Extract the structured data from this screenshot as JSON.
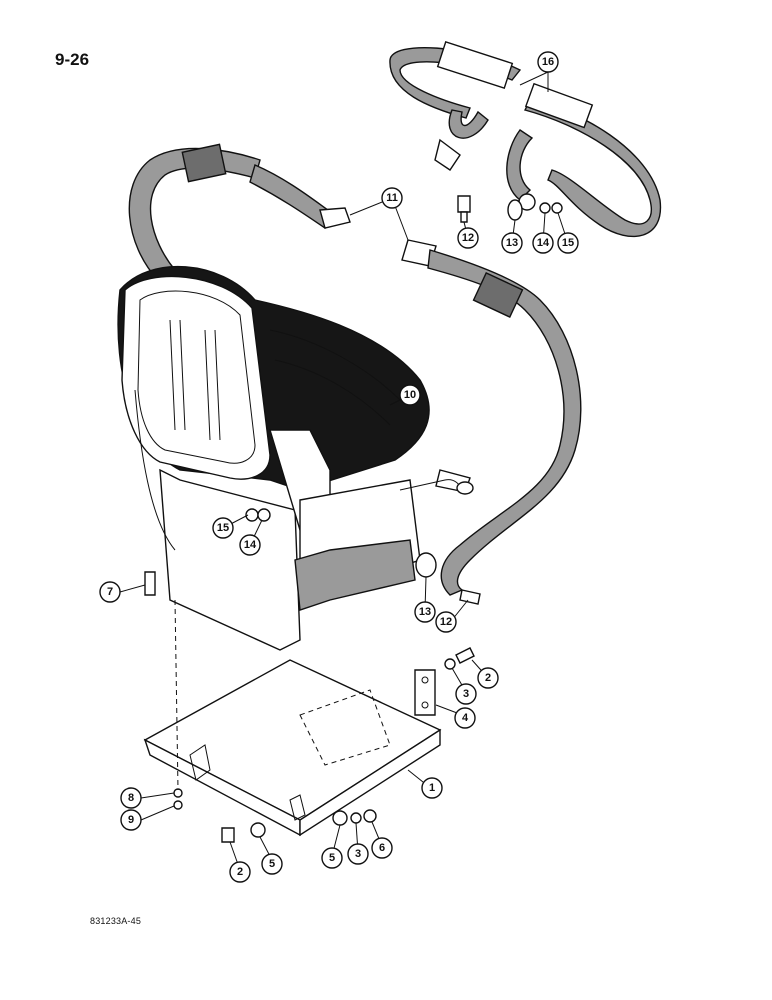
{
  "page": {
    "page_number": "9-26",
    "figure_code": "831233A-45"
  },
  "callouts": [
    {
      "id": "c16",
      "label": "16"
    },
    {
      "id": "c11",
      "label": "11"
    },
    {
      "id": "c12a",
      "label": "12"
    },
    {
      "id": "c13a",
      "label": "13"
    },
    {
      "id": "c14a",
      "label": "14"
    },
    {
      "id": "c15a",
      "label": "15"
    },
    {
      "id": "c10",
      "label": "10"
    },
    {
      "id": "c15b",
      "label": "15"
    },
    {
      "id": "c14b",
      "label": "14"
    },
    {
      "id": "c7",
      "label": "7"
    },
    {
      "id": "c13b",
      "label": "13"
    },
    {
      "id": "c12b",
      "label": "12"
    },
    {
      "id": "c2a",
      "label": "2"
    },
    {
      "id": "c3a",
      "label": "3"
    },
    {
      "id": "c4",
      "label": "4"
    },
    {
      "id": "c1",
      "label": "1"
    },
    {
      "id": "c8",
      "label": "8"
    },
    {
      "id": "c9",
      "label": "9"
    },
    {
      "id": "c2b",
      "label": "2"
    },
    {
      "id": "c5a",
      "label": "5"
    },
    {
      "id": "c5b",
      "label": "5"
    },
    {
      "id": "c3b",
      "label": "3"
    },
    {
      "id": "c6",
      "label": "6"
    }
  ]
}
